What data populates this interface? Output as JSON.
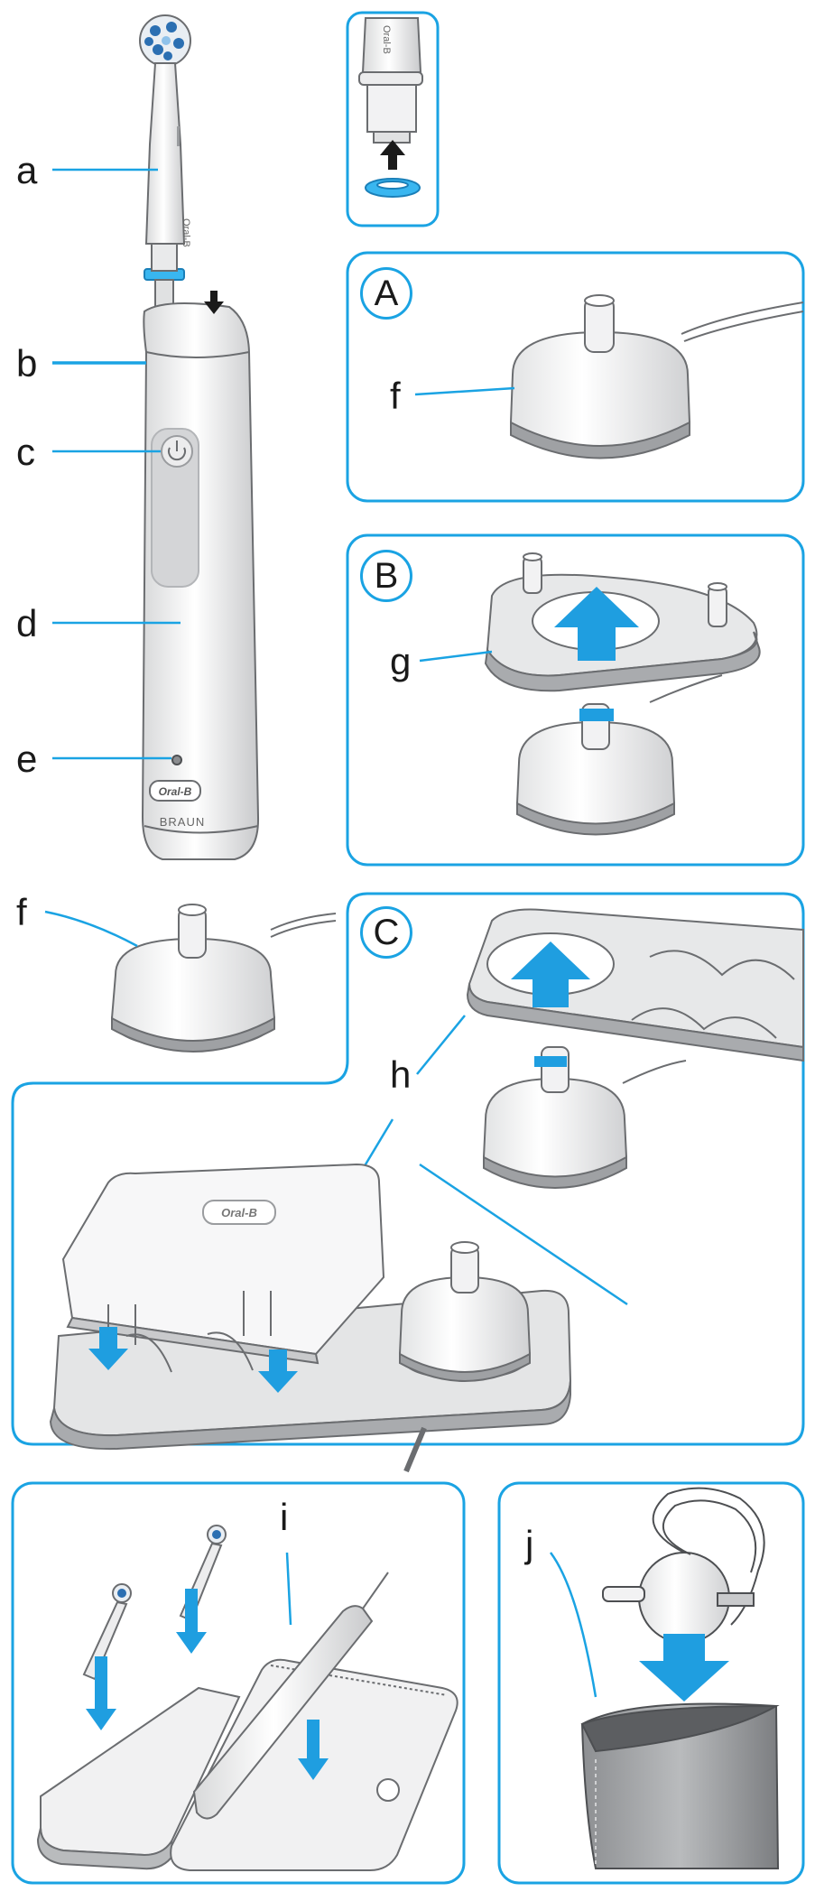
{
  "labels": {
    "a": "a",
    "b": "b",
    "c": "c",
    "d": "d",
    "e": "e",
    "f_main": "f",
    "f_A": "f",
    "g": "g",
    "h": "h",
    "i": "i",
    "j": "j"
  },
  "panels": {
    "A": "A",
    "B": "B",
    "C": "C"
  },
  "logos": {
    "brush_handle": "Oral-B",
    "handle_brand": "BRAUN",
    "travel_case_lid": "Oral-B"
  },
  "colors": {
    "frame": "#1aa3e3",
    "arrow_blue": "#1f9ee0",
    "ink": "#1a1a1a",
    "ring": "#39b6f0"
  }
}
